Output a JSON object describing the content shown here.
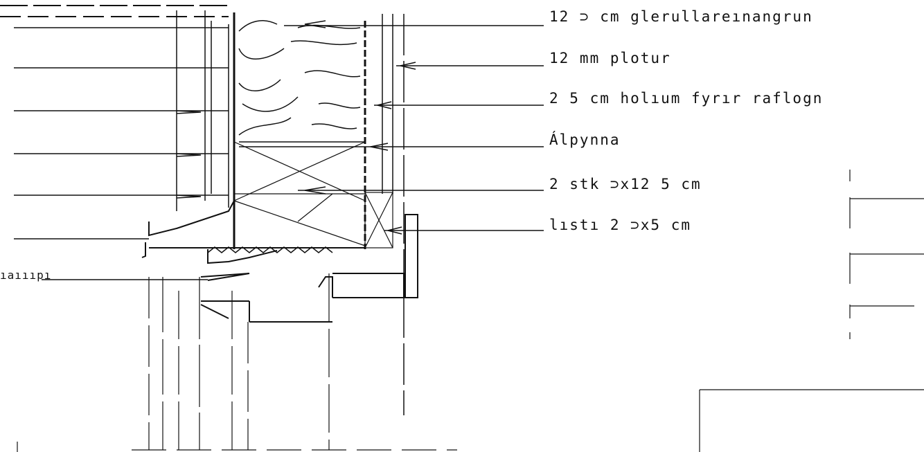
{
  "labels": {
    "glerull": "12 ⊃ cm glerullareınangrun",
    "plotur": "12 mm plotur",
    "holrum": "2 5 cm holıum fyrır raflogn",
    "alpynna": "Álpynna",
    "stk": "2 stk ⊃x12 5 cm",
    "listi": "lıstı 2 ⊃x5 cm",
    "left_cut": "ıaıııpı"
  },
  "colors": {
    "ink": "#111111",
    "background": "#ffffff"
  }
}
